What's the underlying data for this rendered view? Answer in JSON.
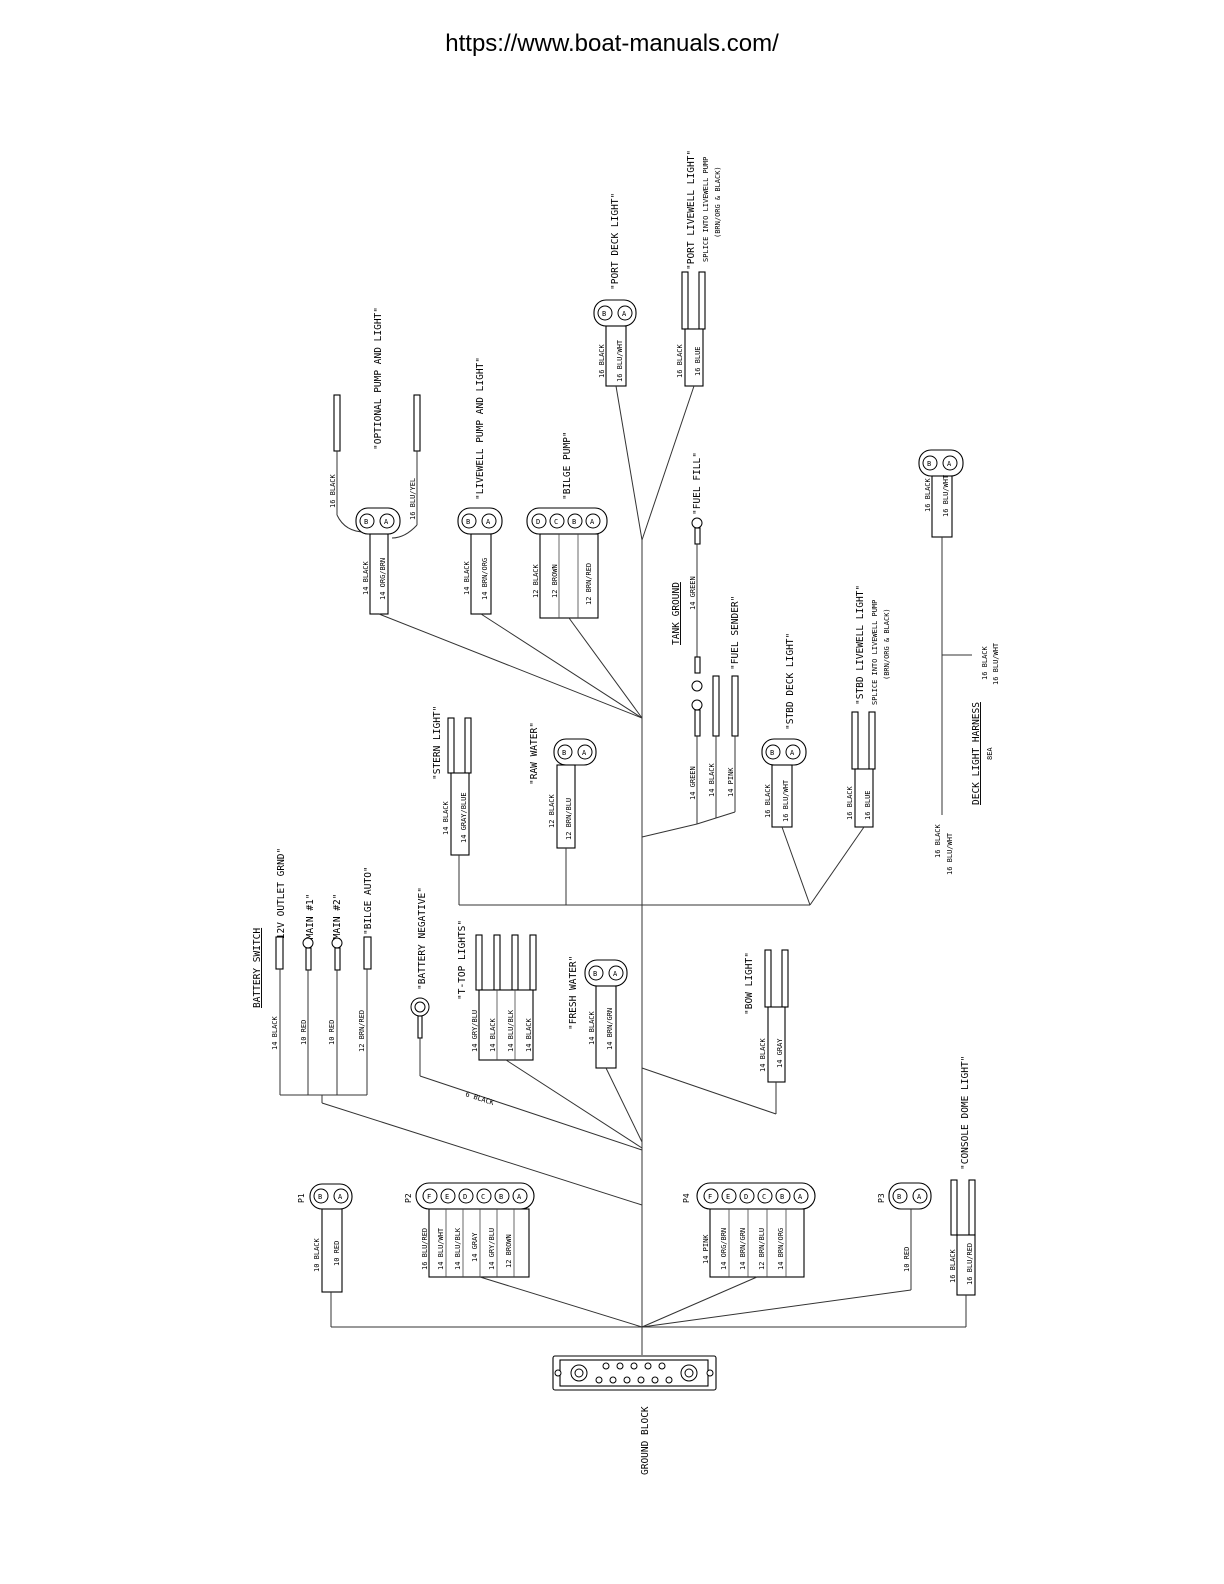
{
  "header": {
    "url": "https://www.boat-manuals.com/"
  },
  "ground_block": {
    "label": "GROUND BLOCK"
  },
  "connectors": {
    "p1": {
      "id": "P1",
      "pins": [
        "B",
        "A"
      ],
      "wires": [
        "10 BLACK",
        "10 RED"
      ]
    },
    "p2": {
      "id": "P2",
      "pins": [
        "F",
        "E",
        "D",
        "C",
        "B",
        "A"
      ],
      "wires": [
        "16 BLU/RED",
        "14 BLU/WHT",
        "14 BLU/BLK",
        "14 GRAY",
        "14 GRY/BLU",
        "12 BROWN"
      ]
    },
    "p4": {
      "id": "P4",
      "pins": [
        "F",
        "E",
        "D",
        "C",
        "B",
        "A"
      ],
      "wires": [
        "14 PINK",
        "14 ORG/BRN",
        "14 BRN/GRN",
        "12 BRN/BLU",
        "14 BRN/ORG"
      ]
    },
    "p3": {
      "id": "P3",
      "pins": [
        "B",
        "A"
      ],
      "wires": [
        "10 RED"
      ]
    }
  },
  "battery_switch": {
    "title": "BATTERY SWITCH",
    "terminals": [
      "\"12V OUTLET GRND\"",
      "\"MAIN #1\"",
      "\"MAIN #2\"",
      "\"BILGE AUTO\""
    ],
    "wires": [
      "14 BLACK",
      "10 RED",
      "10 RED",
      "12 BRN/RED"
    ]
  },
  "battery_negative": {
    "label": "\"BATTERY NEGATIVE\"",
    "wire": "6 BLACK"
  },
  "t_top_lights": {
    "label": "\"T-TOP LIGHTS\"",
    "wires": [
      "14 GRY/BLU",
      "14 BLACK",
      "14 BLU/BLK",
      "14 BLACK"
    ]
  },
  "fresh_water": {
    "label": "\"FRESH WATER\"",
    "pins": [
      "B",
      "A"
    ],
    "wires": [
      "14 BLACK",
      "14 BRN/GRN"
    ]
  },
  "bow_light": {
    "label": "\"BOW LIGHT\"",
    "wires": [
      "14 BLACK",
      "14 GRAY"
    ]
  },
  "console_dome_light": {
    "label": "\"CONSOLE DOME LIGHT\"",
    "wires": [
      "16 BLACK",
      "16 BLU/RED"
    ]
  },
  "stern_light": {
    "label": "\"STERN LIGHT\"",
    "wires": [
      "14 BLACK",
      "14 GRAY/BLUE"
    ]
  },
  "raw_water": {
    "label": "\"RAW WATER\"",
    "pins": [
      "B",
      "A"
    ],
    "wires": [
      "12 BLACK",
      "12 BRN/BLU"
    ]
  },
  "optional_pump": {
    "label": "\"OPTIONAL PUMP AND LIGHT\"",
    "pins": [
      "B",
      "A"
    ],
    "wires": [
      "14 BLACK",
      "14 ORG/BRN"
    ],
    "branch_wires": [
      "16 BLACK",
      "16 BLU/YEL"
    ]
  },
  "livewell_pump": {
    "label": "\"LIVEWELL PUMP AND LIGHT\"",
    "pins": [
      "B",
      "A"
    ],
    "wires": [
      "14 BLACK",
      "14 BRN/ORG"
    ]
  },
  "bilge_pump": {
    "label": "\"BILGE PUMP\"",
    "pins": [
      "D",
      "C",
      "B",
      "A"
    ],
    "wires": [
      "12 BLACK",
      "12 BROWN",
      "12 BRN/RED"
    ]
  },
  "port_deck_light": {
    "label": "\"PORT DECK LIGHT\"",
    "pins": [
      "B",
      "A"
    ],
    "wires": [
      "16 BLACK",
      "16 BLU/WHT"
    ]
  },
  "port_livewell_light": {
    "label": "\"PORT LIVEWELL LIGHT\"",
    "note1": "SPLICE INTO LIVEWELL PUMP",
    "note2": "(BRN/ORG & BLACK)",
    "wires": [
      "16 BLACK",
      "16 BLUE"
    ]
  },
  "fuel": {
    "tank_ground": "TANK GROUND",
    "fuel_fill": "\"FUEL FILL\"",
    "fuel_sender": "\"FUEL SENDER\"",
    "tank_wire": "14 GREEN",
    "wires": [
      "14 GREEN",
      "14 BLACK",
      "14 PINK"
    ]
  },
  "stbd_deck_light": {
    "label": "\"STBD DECK LIGHT\"",
    "pins": [
      "B",
      "A"
    ],
    "wires": [
      "16 BLACK",
      "16 BLU/WHT"
    ]
  },
  "stbd_livewell_light": {
    "label": "\"STBD LIVEWELL LIGHT\"",
    "note1": "SPLICE INTO LIVEWELL PUMP",
    "note2": "(BRN/ORG & BLACK)",
    "wires": [
      "16 BLACK",
      "16 BLUE"
    ]
  },
  "deck_light_harness": {
    "title": "DECK LIGHT HARNESS",
    "qty": "8EA",
    "pins": [
      "B",
      "A"
    ],
    "wires": [
      "16 BLACK",
      "16 BLU/WHT"
    ]
  }
}
